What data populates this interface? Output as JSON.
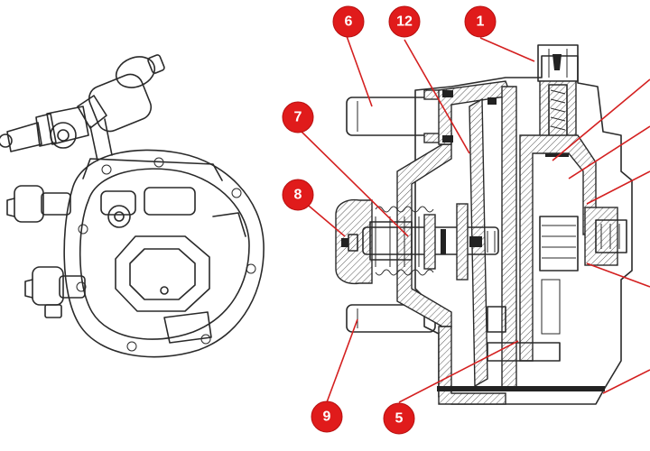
{
  "callouts": [
    {
      "id": "c1",
      "label": "1"
    },
    {
      "id": "c6",
      "label": "6"
    },
    {
      "id": "c12",
      "label": "12"
    },
    {
      "id": "c7",
      "label": "7"
    },
    {
      "id": "c8",
      "label": "8"
    },
    {
      "id": "c9",
      "label": "9"
    },
    {
      "id": "c5",
      "label": "5"
    }
  ],
  "colors": {
    "callout": "#e01b1b",
    "leader": "#d42020",
    "ink": "#2a2a2a"
  }
}
